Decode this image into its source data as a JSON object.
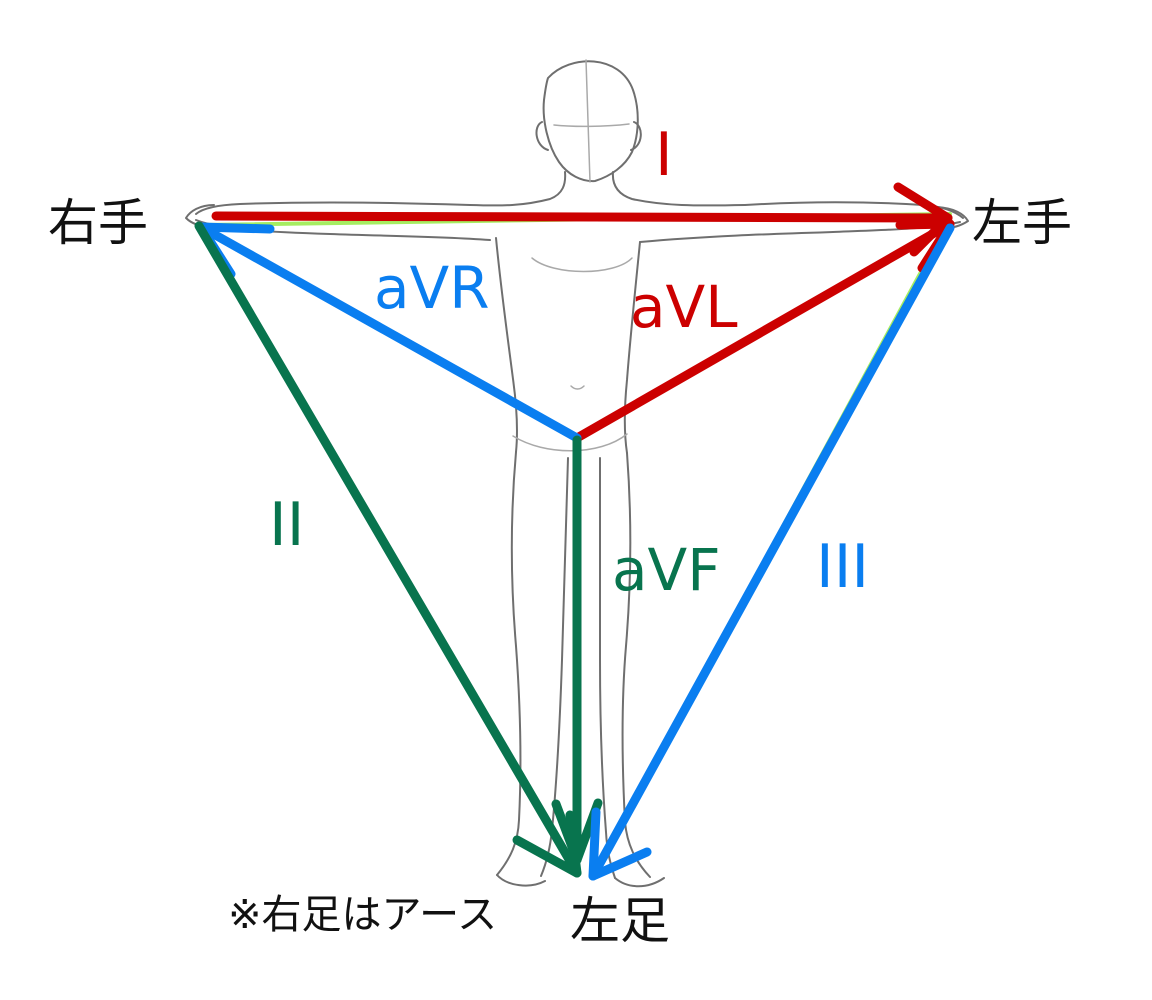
{
  "diagram": {
    "limbs": {
      "right_hand": "右手",
      "left_hand": "左手",
      "left_foot": "左足",
      "note": "※右足はアース"
    },
    "leads": {
      "I": "I",
      "II": "II",
      "III": "III",
      "aVR": "aVR",
      "aVL": "aVL",
      "aVF": "aVF"
    },
    "colors": {
      "red": "#cc0000",
      "blue": "#0a7ef0",
      "green": "#08744e",
      "figure_outline": "#6f6f6f",
      "lime_edge": "#8fe83a"
    }
  }
}
